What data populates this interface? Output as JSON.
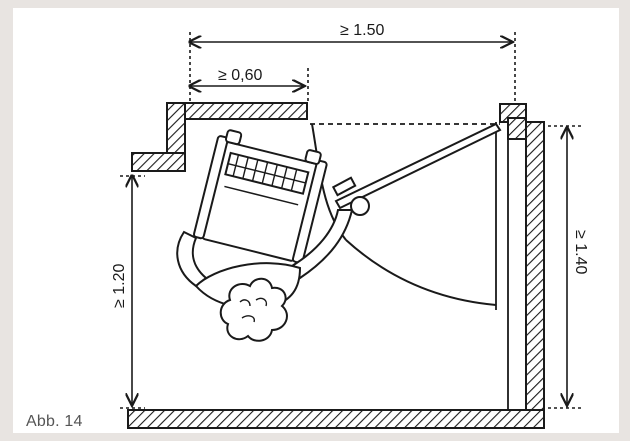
{
  "figure": {
    "caption": "Abb. 14",
    "dimensions": {
      "door_to_right_wall": "≥ 1.50",
      "door_clear_width": "≥ 0,60",
      "left_depth": "≥ 1.20",
      "right_depth": "≥ 1.40"
    },
    "colors": {
      "ink": "#1a1a1a",
      "frame": "#e8e4e1",
      "caption": "#555555"
    },
    "icons": [
      "wheelchair-icon",
      "person-icon",
      "door-icon",
      "hatched-wall"
    ]
  }
}
